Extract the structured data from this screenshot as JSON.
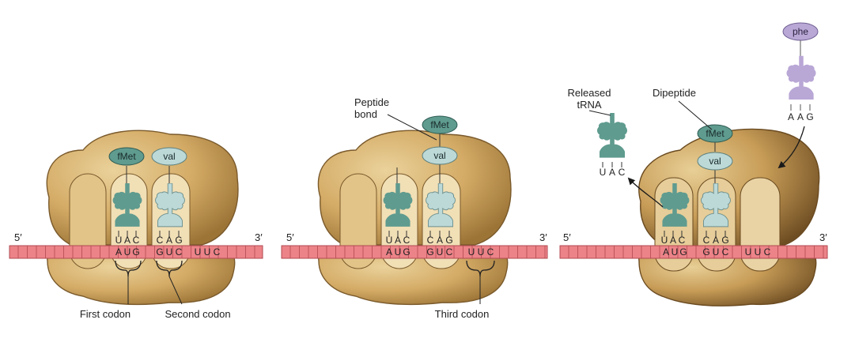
{
  "panels": [
    {
      "five_prime": "5′",
      "three_prime": "3′",
      "mrna_bases": [
        "A",
        "U",
        "G",
        "G",
        "U",
        "C",
        "U",
        "U",
        "C"
      ],
      "trna_left": {
        "amino_acid": "fMet",
        "anticodon": [
          "U",
          "A",
          "C"
        ]
      },
      "trna_right": {
        "amino_acid": "val",
        "anticodon": [
          "C",
          "A",
          "G"
        ]
      },
      "labels": {
        "first_codon": "First codon",
        "second_codon": "Second codon"
      }
    },
    {
      "five_prime": "5′",
      "three_prime": "3′",
      "mrna_bases": [
        "A",
        "U",
        "G",
        "G",
        "U",
        "C",
        "U",
        "U",
        "C"
      ],
      "trna_left": {
        "anticodon": [
          "U",
          "A",
          "C"
        ]
      },
      "trna_right": {
        "amino_acid": "val",
        "anticodon": [
          "C",
          "A",
          "G"
        ]
      },
      "chain_top": "fMet",
      "labels": {
        "peptide_bond": [
          "Peptide",
          "bond"
        ],
        "third_codon": "Third codon"
      }
    },
    {
      "five_prime": "5′",
      "three_prime": "3′",
      "mrna_bases": [
        "A",
        "U",
        "G",
        "G",
        "U",
        "C",
        "U",
        "U",
        "C"
      ],
      "trna_left": {
        "anticodon": [
          "U",
          "A",
          "C"
        ]
      },
      "trna_right": {
        "amino_acid": "val",
        "anticodon": [
          "C",
          "A",
          "G"
        ]
      },
      "chain_top": "fMet",
      "released_trna": {
        "label": [
          "Released",
          "tRNA"
        ],
        "anticodon": [
          "U",
          "A",
          "C"
        ]
      },
      "incoming_trna": {
        "amino_acid": "phe",
        "anticodon": [
          "A",
          "A",
          "G"
        ]
      },
      "labels": {
        "dipeptide": "Dipeptide"
      }
    }
  ],
  "colors": {
    "ribosome": "#d8b173",
    "ribosome_edge": "#7a5a2c",
    "mrna": "#ec8388",
    "mrna_edge": "#b24a52",
    "trna_teal": "#5f9b8f",
    "trna_light": "#bcd9d8",
    "trna_purple": "#b9a7d6"
  }
}
